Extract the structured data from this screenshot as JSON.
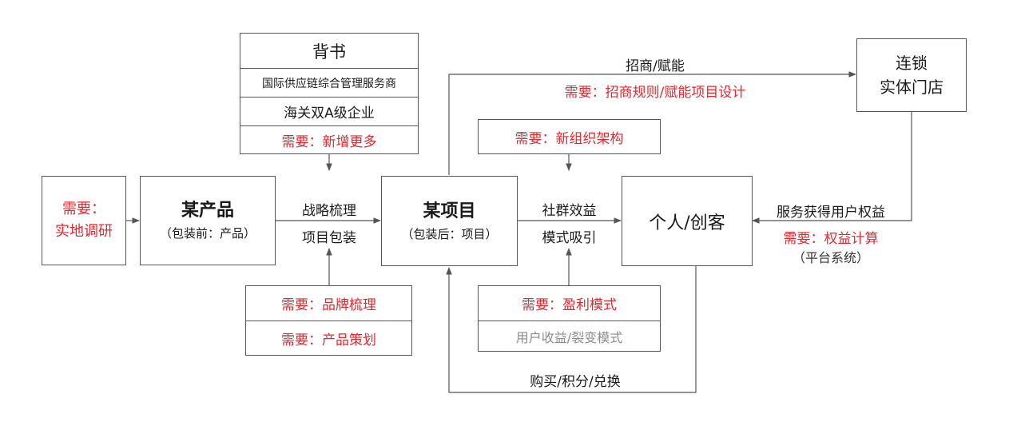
{
  "endorsement": {
    "title": "背书",
    "line1": "国际供应链综合管理服务商",
    "line2": "海关双A级企业",
    "need": "需要：新增更多"
  },
  "research": {
    "line1": "需要：",
    "line2": "实地调研"
  },
  "product": {
    "title": "某产品",
    "subtitle": "（包装前：产品）"
  },
  "strategy": {
    "line1": "战略梳理",
    "line2": "项目包装"
  },
  "brand": {
    "need1": "需要：品牌梳理",
    "need2": "需要：产品策划"
  },
  "project": {
    "title": "某项目",
    "subtitle": "（包装后：项目）"
  },
  "org": {
    "need": "需要：新组织架构"
  },
  "community": {
    "line1": "社群效益",
    "line2": "模式吸引"
  },
  "profit": {
    "need": "需要：盈利模式",
    "note": "用户收益/裂变模式"
  },
  "person": {
    "title": "个人/创客"
  },
  "store": {
    "line1": "连锁",
    "line2": "实体门店"
  },
  "merchant": {
    "label": "招商/赋能",
    "need": "需要：招商规则/赋能项目设计"
  },
  "service": {
    "label": "服务获得用户权益",
    "need": "需要：权益计算",
    "note": "（平台系统）"
  },
  "purchase": {
    "label": "购买/积分/兑换"
  },
  "colors": {
    "accent": "#e8262d",
    "line": "#555555",
    "muted": "#8c8c8c"
  }
}
